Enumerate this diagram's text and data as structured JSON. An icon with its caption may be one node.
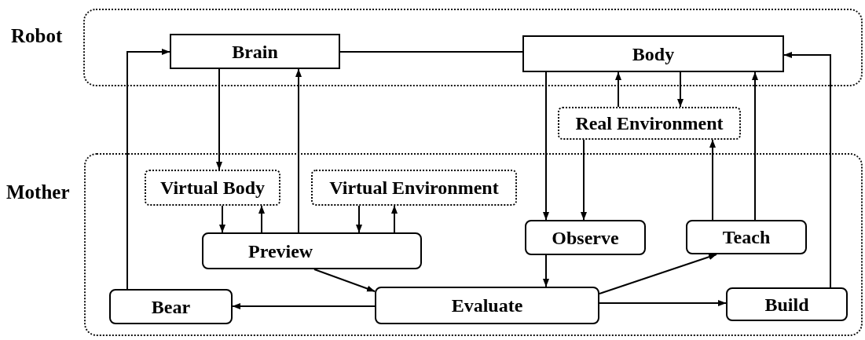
{
  "diagram": {
    "nodes": [
      {
        "text": [
          "Robot"
        ]
      },
      {
        "text": [
          "Brain"
        ],
        "in": 0
      },
      {
        "text": [
          "Body"
        ],
        "in": 0
      },
      {
        "text": [
          "Real Environment"
        ]
      },
      {
        "text": [
          "Mother"
        ]
      },
      {
        "text": [
          "Virtual Body"
        ],
        "in": 4
      },
      {
        "text": [
          "Virtual Environment"
        ],
        "in": 4
      },
      {
        "text": [
          "Preview"
        ],
        "in": 4
      },
      {
        "text": [
          "Observe"
        ],
        "in": 4
      },
      {
        "text": [
          "Teach"
        ],
        "in": 4
      },
      {
        "text": [
          "Bear"
        ],
        "in": 4
      },
      {
        "text": [
          "Evaluate"
        ],
        "in": 4
      },
      {
        "text": [
          "Build"
        ],
        "in": 4
      }
    ],
    "edges": [
      {
        "from": 1,
        "to": 2,
        "arrow": "none"
      },
      {
        "from": 10,
        "to": 1,
        "arrow": "to"
      },
      {
        "from": 1,
        "to": 5,
        "arrow": "to"
      },
      {
        "from": 7,
        "to": 1,
        "arrow": "to"
      },
      {
        "from": 5,
        "to": 7,
        "arrow": "to"
      },
      {
        "from": 7,
        "to": 5,
        "arrow": "to"
      },
      {
        "from": 6,
        "to": 7,
        "arrow": "to"
      },
      {
        "from": 7,
        "to": 6,
        "arrow": "to"
      },
      {
        "from": 2,
        "to": 8,
        "arrow": "to"
      },
      {
        "from": 3,
        "to": 2,
        "arrow": "to"
      },
      {
        "from": 2,
        "to": 3,
        "arrow": "to"
      },
      {
        "from": 3,
        "to": 8,
        "arrow": "to"
      },
      {
        "from": 9,
        "to": 3,
        "arrow": "to"
      },
      {
        "from": 9,
        "to": 2,
        "arrow": "to"
      },
      {
        "from": 12,
        "to": 2,
        "arrow": "to"
      },
      {
        "from": 8,
        "to": 11,
        "arrow": "to"
      },
      {
        "from": 7,
        "to": 11,
        "arrow": "to"
      },
      {
        "from": 11,
        "to": 10,
        "arrow": "to"
      },
      {
        "from": 11,
        "to": 9,
        "arrow": "to"
      },
      {
        "from": 11,
        "to": 12,
        "arrow": "to"
      }
    ]
  }
}
